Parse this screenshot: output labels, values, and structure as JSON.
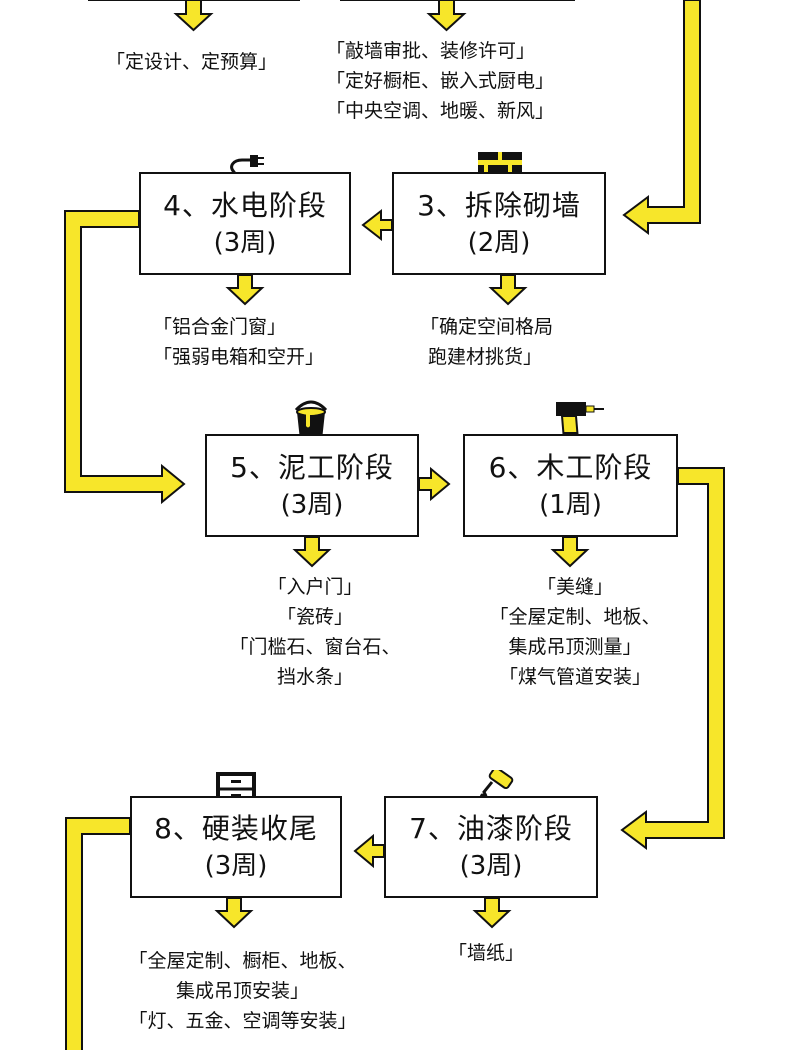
{
  "colors": {
    "accent": "#f7e62a",
    "outline": "#111111",
    "text": "#111111"
  },
  "stages": {
    "s3": {
      "title": "3、拆除砌墙",
      "duration": "(2周)",
      "icon": "brick-icon"
    },
    "s4": {
      "title": "4、水电阶段",
      "duration": "(3周)",
      "icon": "plug-icon"
    },
    "s5": {
      "title": "5、泥工阶段",
      "duration": "(3周)",
      "icon": "paint-bucket-icon"
    },
    "s6": {
      "title": "6、木工阶段",
      "duration": "(1周)",
      "icon": "drill-icon"
    },
    "s7": {
      "title": "7、油漆阶段",
      "duration": "(3周)",
      "icon": "paint-roller-icon"
    },
    "s8": {
      "title": "8、硬装收尾",
      "duration": "(3周)",
      "icon": "cabinet-icon"
    }
  },
  "notes": {
    "top_left": [
      "「定设计、定预算」"
    ],
    "top_right": [
      "「敲墙审批、装修许可」",
      "「定好橱柜、嵌入式厨电」",
      "「中央空调、地暖、新风」"
    ],
    "s4": [
      "「铝合金门窗」",
      "「强弱电箱和空开」"
    ],
    "s3": [
      "「确定空间格局",
      "跑建材挑货」"
    ],
    "s5": [
      "「入户门」",
      "「瓷砖」",
      "「门槛石、窗台石、",
      "挡水条」"
    ],
    "s6": [
      "「美缝」",
      "「全屋定制、地板、",
      "集成吊顶测量」",
      "「煤气管道安装」"
    ],
    "s8": [
      "「全屋定制、橱柜、地板、",
      "集成吊顶安装」",
      "「灯、五金、空调等安装」"
    ],
    "s7": [
      "「墙纸」"
    ]
  }
}
